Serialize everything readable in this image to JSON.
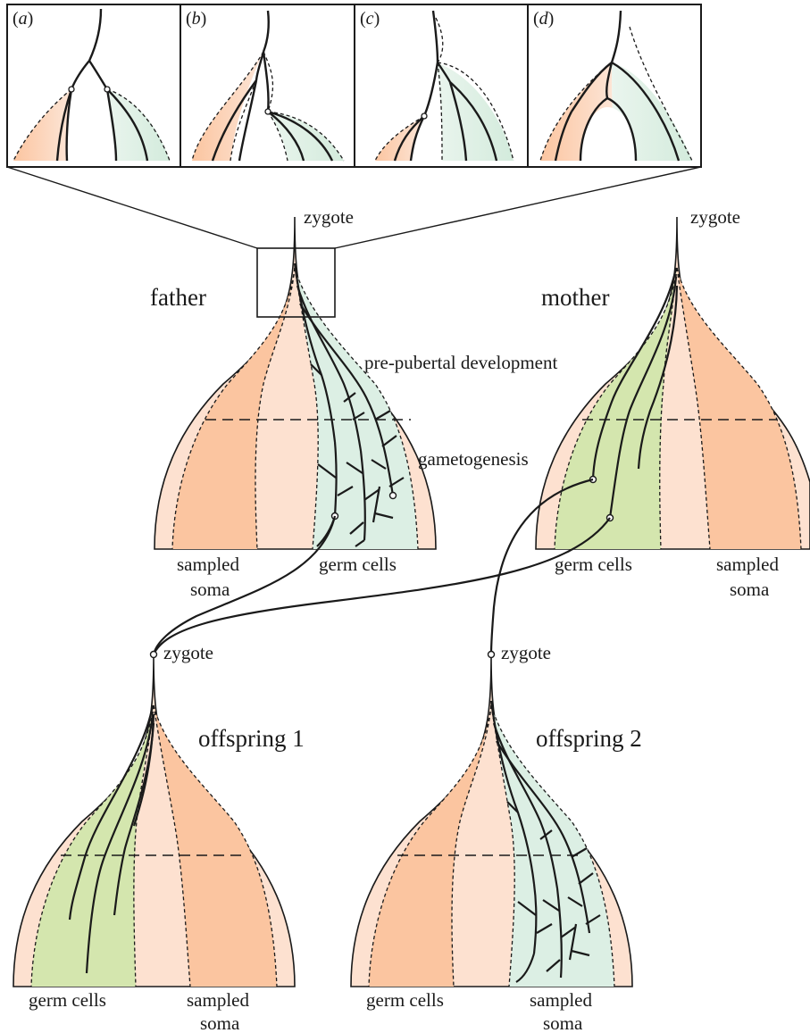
{
  "panels": [
    {
      "letter": "a",
      "open": "(",
      "close": ")"
    },
    {
      "letter": "b",
      "open": "(",
      "close": ")"
    },
    {
      "letter": "c",
      "open": "(",
      "close": ")"
    },
    {
      "letter": "d",
      "open": "(",
      "close": ")"
    }
  ],
  "labels": {
    "zygote": "zygote",
    "father": "father",
    "mother": "mother",
    "offspring1": "offspring 1",
    "offspring2": "offspring 2",
    "prepubertal": "pre-pubertal development",
    "gametogenesis": "gametogenesis",
    "germ_cells": "germ cells",
    "sampled": "sampled",
    "soma": "soma"
  },
  "colors": {
    "skin": "#fde1d0",
    "soma": "#fbc5a0",
    "germ_green": "#d4e6ae",
    "germ_mint": "#dcefe4",
    "line": "#1a1a1a"
  }
}
